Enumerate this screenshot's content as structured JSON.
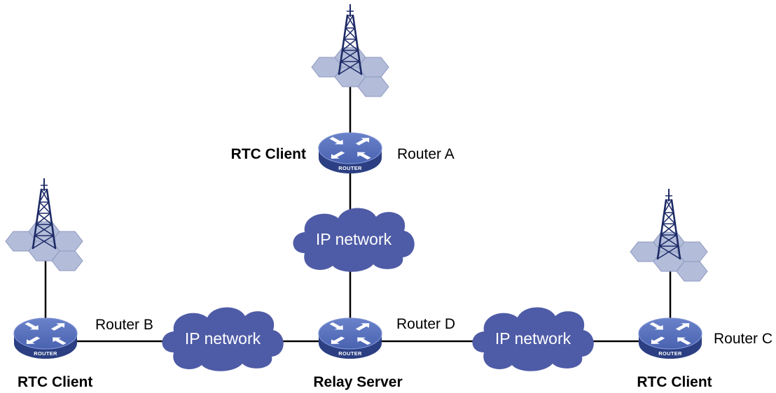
{
  "router_badge": "ROUTER",
  "routers": {
    "a": {
      "name": "Router A",
      "role": "RTC Client"
    },
    "b": {
      "name": "Router B",
      "role": "RTC Client"
    },
    "c": {
      "name": "Router C",
      "role": "RTC Client"
    },
    "d": {
      "name": "Router D",
      "role": "Relay Server"
    }
  },
  "networks": {
    "top": "IP network",
    "left": "IP network",
    "right": "IP network"
  },
  "icons": {
    "router": "router-icon",
    "tower": "cell-tower-icon",
    "cells": "hexagon-cell-icon",
    "network": "cloud-icon"
  },
  "colors": {
    "router_top": "#4a63b1",
    "router_top_light": "#6a82c9",
    "router_side": "#2b3f82",
    "cloud": "#4e5ba6",
    "tower": "#1d2a66",
    "cell_fill": "#b3bdd9",
    "cell_stroke": "#8c97c0",
    "link": "#000000"
  }
}
